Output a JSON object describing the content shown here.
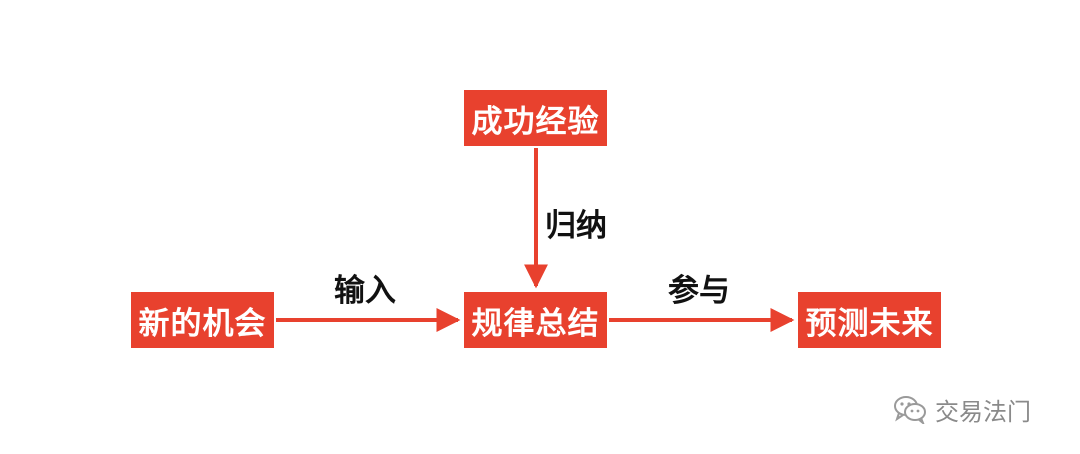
{
  "nodes": {
    "success_experience": "成功经验",
    "new_opportunity": "新的机会",
    "pattern_summary": "规律总结",
    "predict_future": "预测未来"
  },
  "edges": {
    "induce": "归纳",
    "input": "输入",
    "participate": "参与"
  },
  "watermark": {
    "text": "交易法门",
    "icon": "wechat-icon"
  },
  "colors": {
    "accent": "#e8412e",
    "text": "#111111",
    "watermark": "#8a8a8a"
  }
}
